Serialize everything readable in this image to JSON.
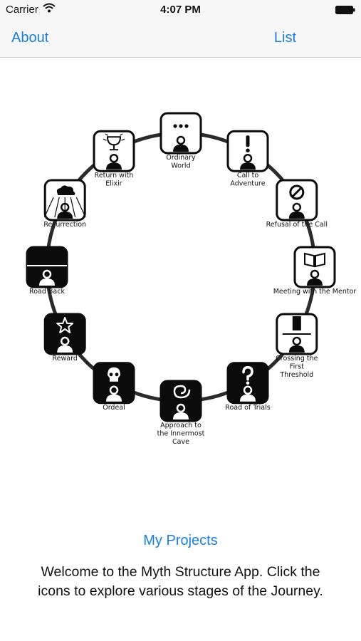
{
  "status": {
    "carrier": "Carrier",
    "time": "4:07 PM"
  },
  "nav": {
    "left": "About",
    "right": "List"
  },
  "stages": [
    {
      "lines": [
        "Ordinary",
        "World"
      ],
      "icon": "dots-speech-icon",
      "style": "light"
    },
    {
      "lines": [
        "Call to",
        "Adventure"
      ],
      "icon": "exclamation-icon",
      "style": "light"
    },
    {
      "lines": [
        "Refusal of the Call"
      ],
      "icon": "no-sign-icon",
      "style": "light"
    },
    {
      "lines": [
        "Meeting with the Mentor"
      ],
      "icon": "open-book-icon",
      "style": "light"
    },
    {
      "lines": [
        "Crossing the",
        "First",
        "Threshold"
      ],
      "icon": "door-threshold-icon",
      "style": "light"
    },
    {
      "lines": [
        "Road of Trials"
      ],
      "icon": "question-mark-icon",
      "style": "dark"
    },
    {
      "lines": [
        "Approach to",
        "the Innermost",
        "Cave"
      ],
      "icon": "spiral-icon",
      "style": "dark"
    },
    {
      "lines": [
        "Ordeal"
      ],
      "icon": "skull-icon",
      "style": "dark"
    },
    {
      "lines": [
        "Reward"
      ],
      "icon": "star-icon",
      "style": "dark"
    },
    {
      "lines": [
        "Road Back"
      ],
      "icon": "road-back-icon",
      "style": "dark"
    },
    {
      "lines": [
        "Resurrection"
      ],
      "icon": "sun-cloud-icon",
      "style": "light"
    },
    {
      "lines": [
        "Return with",
        "Elixir"
      ],
      "icon": "chalice-icon",
      "style": "light"
    }
  ],
  "projects_link": "My Projects",
  "welcome_text": "Welcome to the Myth Structure App. Click the icons to explore various stages of the Journey."
}
